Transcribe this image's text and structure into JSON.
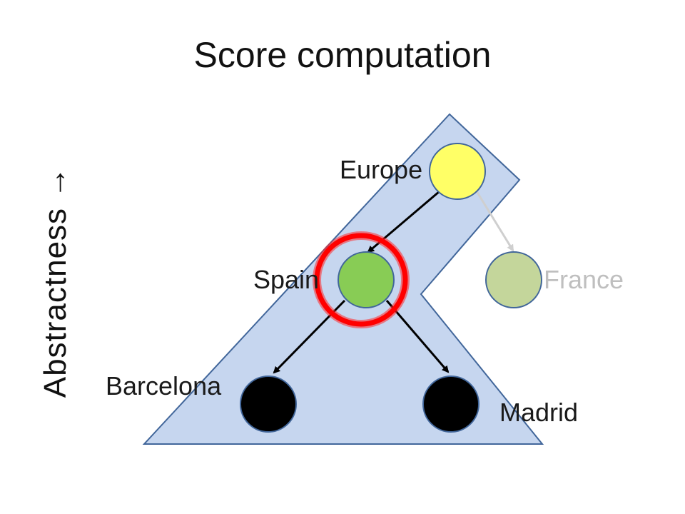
{
  "title": "Score computation",
  "axis_label": "Abstractness →",
  "colors": {
    "region_fill": "#c6d6ef",
    "region_stroke": "#41669a",
    "europe": "#ffff66",
    "spain": "#88cc55",
    "france": "#c4d69b",
    "leaf": "#000000",
    "highlight_ring": "#ff0000",
    "dim_label": "#bfbfbf",
    "text": "#1a1a1a"
  },
  "nodes": {
    "europe": {
      "label": "Europe"
    },
    "spain": {
      "label": "Spain"
    },
    "france": {
      "label": "France"
    },
    "barcelona": {
      "label": "Barcelona"
    },
    "madrid": {
      "label": "Madrid"
    }
  }
}
